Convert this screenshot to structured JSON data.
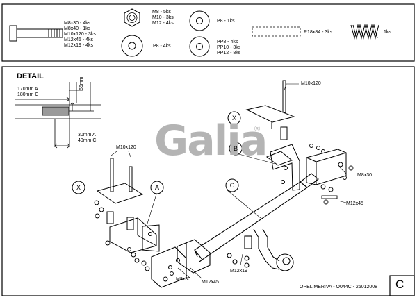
{
  "parts": {
    "bolt_lines": [
      "M8x30 - 4ks",
      "M8x40 - 1ks",
      "M10x120 - 3ks",
      "M12x45 - 4ks",
      "M12x19 - 4ks"
    ],
    "nut_lines": [
      "M8 - 5ks",
      "M10 - 3ks",
      "M12 - 4ks"
    ],
    "washer_top": "P8 - 1ks",
    "washer_left": "P8 - 4ks",
    "washer_right_lines": [
      "PP8 - 4ks",
      "PP10 - 3ks",
      "PP12 - 8ks"
    ],
    "rect_tube": "R18x84 - 3ks",
    "spring": "1ks"
  },
  "detail": {
    "title": "DETAIL",
    "dim_top": [
      "170mm A",
      "180mm C"
    ],
    "dim_bottom": [
      "30mm A",
      "40mm C"
    ],
    "dim_side": "65mm"
  },
  "logo": {
    "text": "Galia",
    "mark": "®"
  },
  "callouts": {
    "x1": "X",
    "x2": "X",
    "a": "A",
    "b": "B",
    "c": "C"
  },
  "labels": {
    "m10_top": "M10x120",
    "m10_left": "M10x120",
    "m8_right": "M8x30",
    "m12_right": "M12x45",
    "m8_bottom": "M8x30",
    "m12_bottom": "M12x45",
    "m12_19": "M12x19"
  },
  "footer": "OPEL MERIVA - O044C - 26012008",
  "corner_letter": "C"
}
